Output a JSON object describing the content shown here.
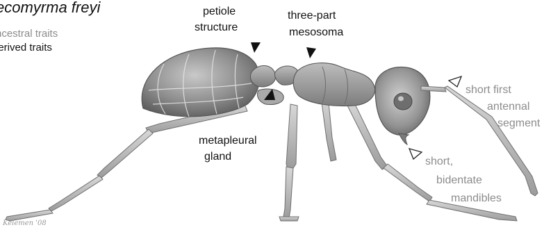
{
  "title": "ecomyrma freyi",
  "legend": {
    "ancestral": "ncestral traits",
    "derived": "lerived traits",
    "ancestral_color": "#8c8c8c",
    "derived_color": "#111111"
  },
  "labels": {
    "petiole": [
      "petiole",
      "structure"
    ],
    "mesosoma": [
      "three-part",
      "mesosoma"
    ],
    "metapleural": [
      "metapleural",
      "gland"
    ],
    "antennal": [
      "short first",
      "antennal",
      "segment"
    ],
    "mandibles": [
      "short,",
      "bidentate",
      "mandibles"
    ]
  },
  "markers": {
    "filled": "derived-trait-marker",
    "outline": "ancestral-trait-marker"
  },
  "signature": "Kelemen '08"
}
